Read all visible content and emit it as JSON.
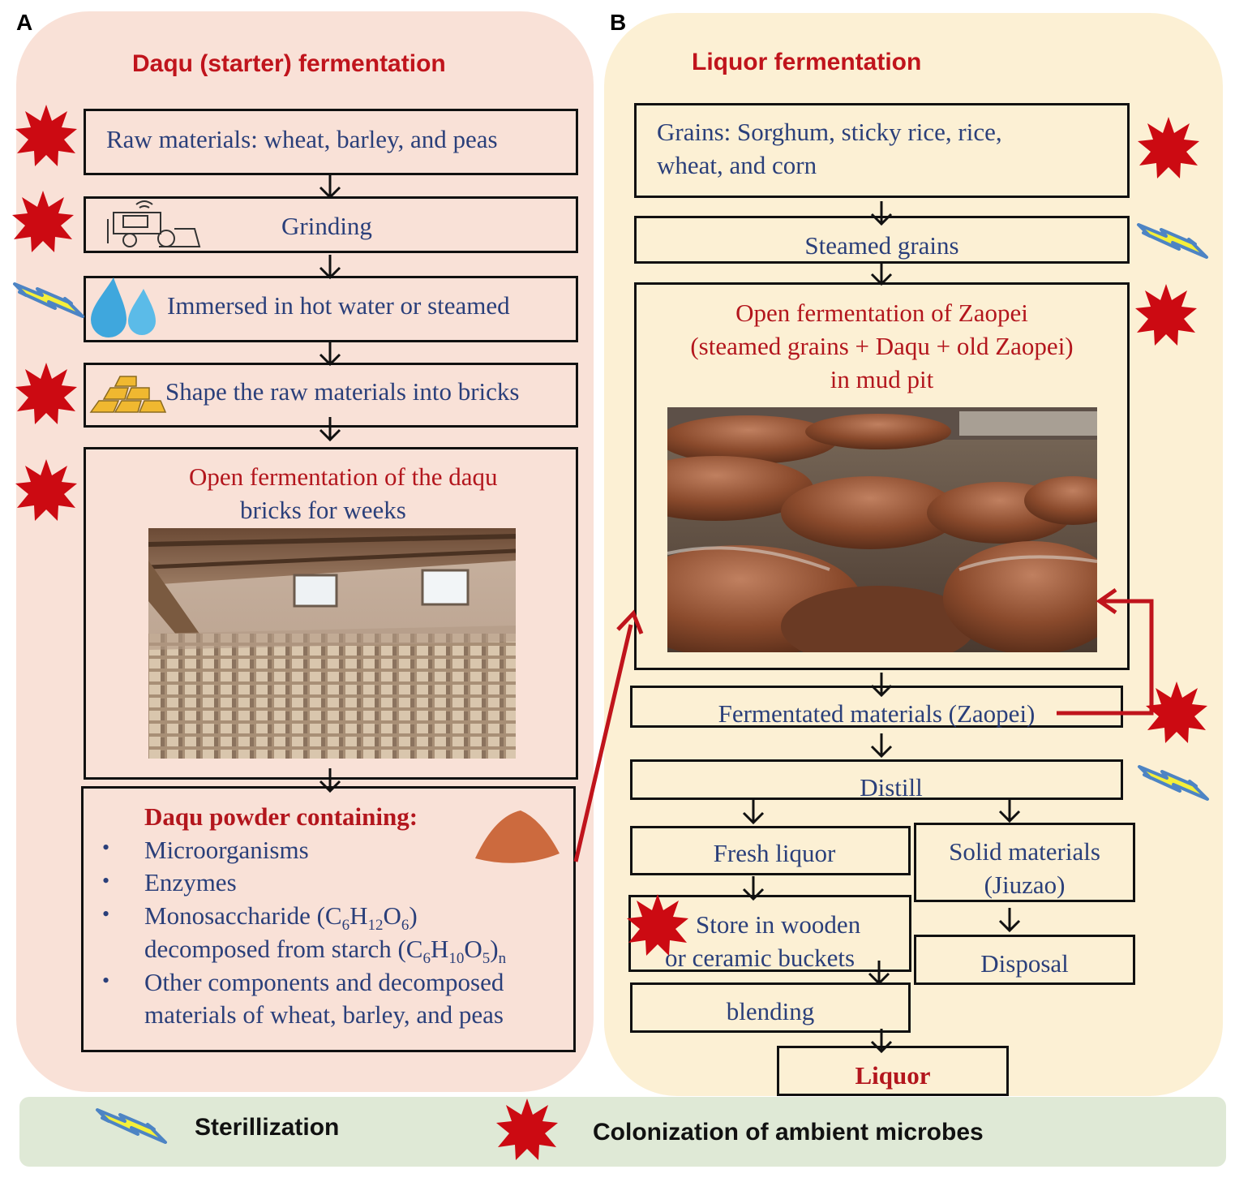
{
  "panel_a": {
    "letter": "A",
    "title": "Daqu (starter) fermentation",
    "steps": {
      "raw": "Raw materials: wheat, barley, and peas",
      "grinding": "Grinding",
      "immersed": "Immersed in hot water or steamed",
      "shape": "Shape the raw materials into bricks",
      "open_line1": "Open fermentation of the daqu",
      "open_line2": "bricks for weeks"
    },
    "powder": {
      "heading": "Daqu powder containing:",
      "item1": "Microorganisms",
      "item2": "Enzymes",
      "item3a_pre": "Monosaccharide (C",
      "item3a_s1": "6",
      "item3a_h": "H",
      "item3a_s2": "12",
      "item3a_o": "O",
      "item3a_s3": "6",
      "item3a_post": ")",
      "item3b_pre": "decomposed from starch (C",
      "item3b_s1": "6",
      "item3b_h": "H",
      "item3b_s2": "10",
      "item3b_o": "O",
      "item3b_s3": "5",
      "item3b_post": ")",
      "item3b_n": "n",
      "item4a": "Other components  and decomposed",
      "item4b": "materials of wheat, barley, and peas"
    }
  },
  "panel_b": {
    "letter": "B",
    "title": "Liquor fermentation",
    "steps": {
      "grains_line1": "Grains: Sorghum, sticky rice, rice,",
      "grains_line2": "wheat, and corn",
      "steamed": "Steamed grains",
      "zaopei_line1": "Open fermentation of Zaopei",
      "zaopei_line2": "(steamed grains + Daqu + old Zaopei)",
      "zaopei_line3": "in mud pit",
      "fermented": "Fermentated materials (Zaopei)",
      "distill": "Distill",
      "fresh": "Fresh liquor",
      "solid_line1": "Solid materials",
      "solid_line2": "(Jiuzao)",
      "store_line1": "Store in wooden",
      "store_line2": "or ceramic buckets",
      "disposal": "Disposal",
      "blending": "blending",
      "liquor": "Liquor"
    }
  },
  "legend": {
    "sterilization": "Sterillization",
    "colonization": "Colonization of ambient microbes"
  },
  "icons": {
    "sterilization": "lightning-bolt-icon",
    "colonization": "red-starburst-icon"
  },
  "colors": {
    "title_red": "#c0141c",
    "text_blue": "#2a3f7a",
    "panel_a_bg": "#f9e1d7",
    "panel_b_bg": "#fcf0d4",
    "legend_bg": "#dfe9d6",
    "star_red": "#cc0a12",
    "bolt_yellow": "#f4ef3a",
    "bolt_blue": "#4d84c4"
  }
}
